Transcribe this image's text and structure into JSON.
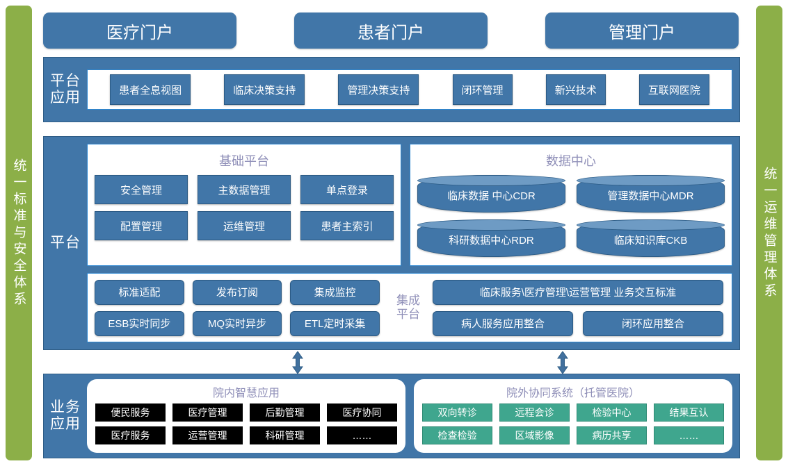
{
  "pillars": {
    "left": "统一标准与安全体系",
    "right": "统一运维管理体系"
  },
  "portals": [
    {
      "label": "医疗门户"
    },
    {
      "label": "患者门户"
    },
    {
      "label": "管理门户"
    }
  ],
  "platform_app": {
    "label": "平台\n应用",
    "items": [
      {
        "label": "患者全息视图"
      },
      {
        "label": "临床决策支持"
      },
      {
        "label": "管理决策支持"
      },
      {
        "label": "闭环管理"
      },
      {
        "label": "新兴技术"
      },
      {
        "label": "互联网医院"
      }
    ]
  },
  "platform": {
    "label": "平台",
    "base_platform": {
      "title": "基础平台",
      "items": [
        {
          "label": "安全管理"
        },
        {
          "label": "主数据管理"
        },
        {
          "label": "单点登录"
        },
        {
          "label": "配置管理"
        },
        {
          "label": "运维管理"
        },
        {
          "label": "患者主索引"
        }
      ]
    },
    "data_center": {
      "title": "数据中心",
      "items": [
        {
          "label": "临床数据\n中心CDR"
        },
        {
          "label": "管理数据中心MDR"
        },
        {
          "label": "科研数据中心RDR"
        },
        {
          "label": "临床知识库CKB"
        }
      ]
    },
    "integration": {
      "label": "集成\n平台",
      "left_items": [
        {
          "label": "标准适配"
        },
        {
          "label": "发布订阅"
        },
        {
          "label": "集成监控"
        },
        {
          "label": "ESB实时同步"
        },
        {
          "label": "MQ实时异步"
        },
        {
          "label": "ETL定时采集"
        }
      ],
      "right_items": [
        {
          "label": "临床服务\\医疗管理\\运营管理 业务交互标准"
        },
        {
          "label": "病人服务应用整合"
        },
        {
          "label": "闭环应用整合"
        }
      ]
    }
  },
  "business": {
    "label": "业务\n应用",
    "inner": {
      "title": "院内智慧应用",
      "items": [
        {
          "label": "便民服务"
        },
        {
          "label": "医疗管理"
        },
        {
          "label": "后勤管理"
        },
        {
          "label": "医疗协同"
        },
        {
          "label": "医疗服务"
        },
        {
          "label": "运营管理"
        },
        {
          "label": "科研管理"
        },
        {
          "label": "……"
        }
      ]
    },
    "outer": {
      "title": "院外协同系统（托管医院）",
      "items": [
        {
          "label": "双向转诊"
        },
        {
          "label": "远程会诊"
        },
        {
          "label": "检验中心"
        },
        {
          "label": "结果互认"
        },
        {
          "label": "检查检验"
        },
        {
          "label": "区域影像"
        },
        {
          "label": "病历共享"
        },
        {
          "label": "……"
        }
      ]
    }
  },
  "colors": {
    "pillar_green": "#8caf48",
    "band_blue": "#4176a8",
    "card_border_blue": "#2e87d0",
    "title_purple": "#8f8fb8",
    "black_button": "#000000",
    "teal_button": "#3fa68e"
  }
}
